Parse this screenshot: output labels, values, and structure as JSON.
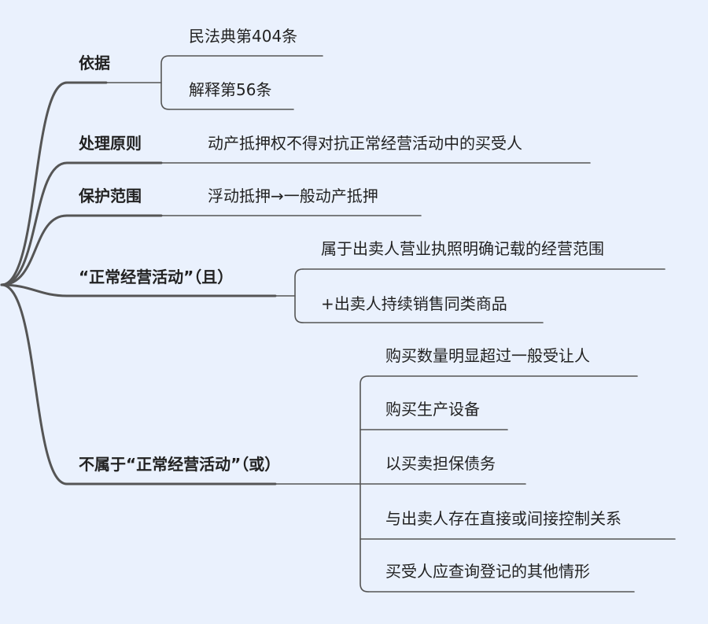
{
  "branches": [
    {
      "label": "依据",
      "children": [
        "民法典第404条",
        "解释第56条"
      ]
    },
    {
      "label": "处理原则",
      "children": [
        "动产抵押权不得对抗正常经营活动中的买受人"
      ]
    },
    {
      "label": "保护范围",
      "children": [
        "浮动抵押→一般动产抵押"
      ]
    },
    {
      "label": "“正常经营活动”（且）",
      "children": [
        "属于出卖人营业执照明确记载的经营范围",
        "+出卖人持续销售同类商品"
      ]
    },
    {
      "label": "不属于“正常经营活动”（或）",
      "children": [
        "购买数量明显超过一般受让人",
        "购买生产设备",
        "以买卖担保债务",
        "与出卖人存在直接或间接控制关系",
        "买受人应查询登记的其他情形"
      ]
    }
  ],
  "colors": {
    "background": "#eaf1fd",
    "line": "#555555",
    "text": "#222222"
  }
}
